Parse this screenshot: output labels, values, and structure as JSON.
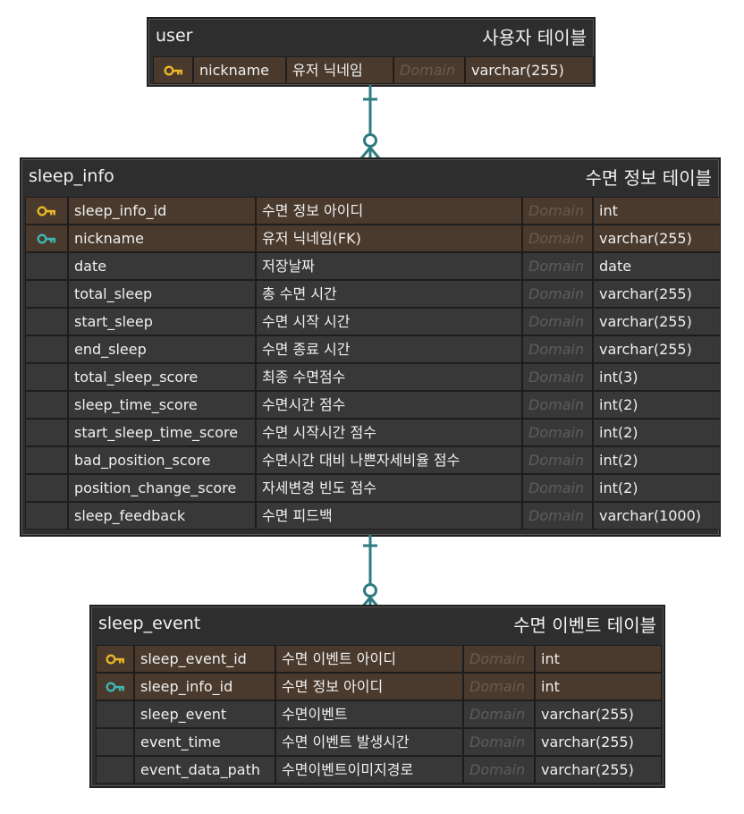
{
  "domain_word": "Domain",
  "colors": {
    "primary_key": "#e7b628",
    "foreign_key": "#3cb7b2",
    "connector": "#2f7b82"
  },
  "tables": {
    "user": {
      "name": "user",
      "caption": "사용자 테이블",
      "columns": [
        {
          "key": "primary",
          "key_icon": "primary-key-icon",
          "name": "nickname",
          "comment": "유저 닉네임",
          "type": "varchar(255)"
        }
      ]
    },
    "sleep_info": {
      "name": "sleep_info",
      "caption": "수면 정보 테이블",
      "columns": [
        {
          "key": "primary",
          "key_icon": "primary-key-icon",
          "name": "sleep_info_id",
          "comment": "수면 정보 아이디",
          "type": "int"
        },
        {
          "key": "foreign",
          "key_icon": "foreign-key-icon",
          "name": "nickname",
          "comment": "유저 닉네임(FK)",
          "type": "varchar(255)"
        },
        {
          "key": "",
          "name": "date",
          "comment": "저장날짜",
          "type": "date"
        },
        {
          "key": "",
          "name": "total_sleep",
          "comment": "총 수면 시간",
          "type": "varchar(255)"
        },
        {
          "key": "",
          "name": "start_sleep",
          "comment": "수면 시작 시간",
          "type": "varchar(255)"
        },
        {
          "key": "",
          "name": "end_sleep",
          "comment": "수면 종료 시간",
          "type": "varchar(255)"
        },
        {
          "key": "",
          "name": "total_sleep_score",
          "comment": "최종 수면점수",
          "type": "int(3)"
        },
        {
          "key": "",
          "name": "sleep_time_score",
          "comment": "수면시간 점수",
          "type": "int(2)"
        },
        {
          "key": "",
          "name": "start_sleep_time_score",
          "comment": "수면 시작시간 점수",
          "type": "int(2)"
        },
        {
          "key": "",
          "name": "bad_position_score",
          "comment": "수면시간 대비 나쁜자세비율 점수",
          "type": "int(2)"
        },
        {
          "key": "",
          "name": "position_change_score",
          "comment": "자세변경 빈도 점수",
          "type": "int(2)"
        },
        {
          "key": "",
          "name": "sleep_feedback",
          "comment": "수면 피드백",
          "type": "varchar(1000)"
        }
      ]
    },
    "sleep_event": {
      "name": "sleep_event",
      "caption": "수면 이벤트 테이블",
      "columns": [
        {
          "key": "primary",
          "key_icon": "primary-key-icon",
          "name": "sleep_event_id",
          "comment": "수면 이벤트 아이디",
          "type": "int"
        },
        {
          "key": "foreign",
          "key_icon": "foreign-key-icon",
          "name": "sleep_info_id",
          "comment": "수면 정보 아이디",
          "type": "int"
        },
        {
          "key": "",
          "name": "sleep_event",
          "comment": "수면이벤트",
          "type": "varchar(255)"
        },
        {
          "key": "",
          "name": "event_time",
          "comment": "수면 이벤트 발생시간",
          "type": "varchar(255)"
        },
        {
          "key": "",
          "name": "event_data_path",
          "comment": "수면이벤트이미지경로",
          "type": "varchar(255)"
        }
      ]
    }
  }
}
